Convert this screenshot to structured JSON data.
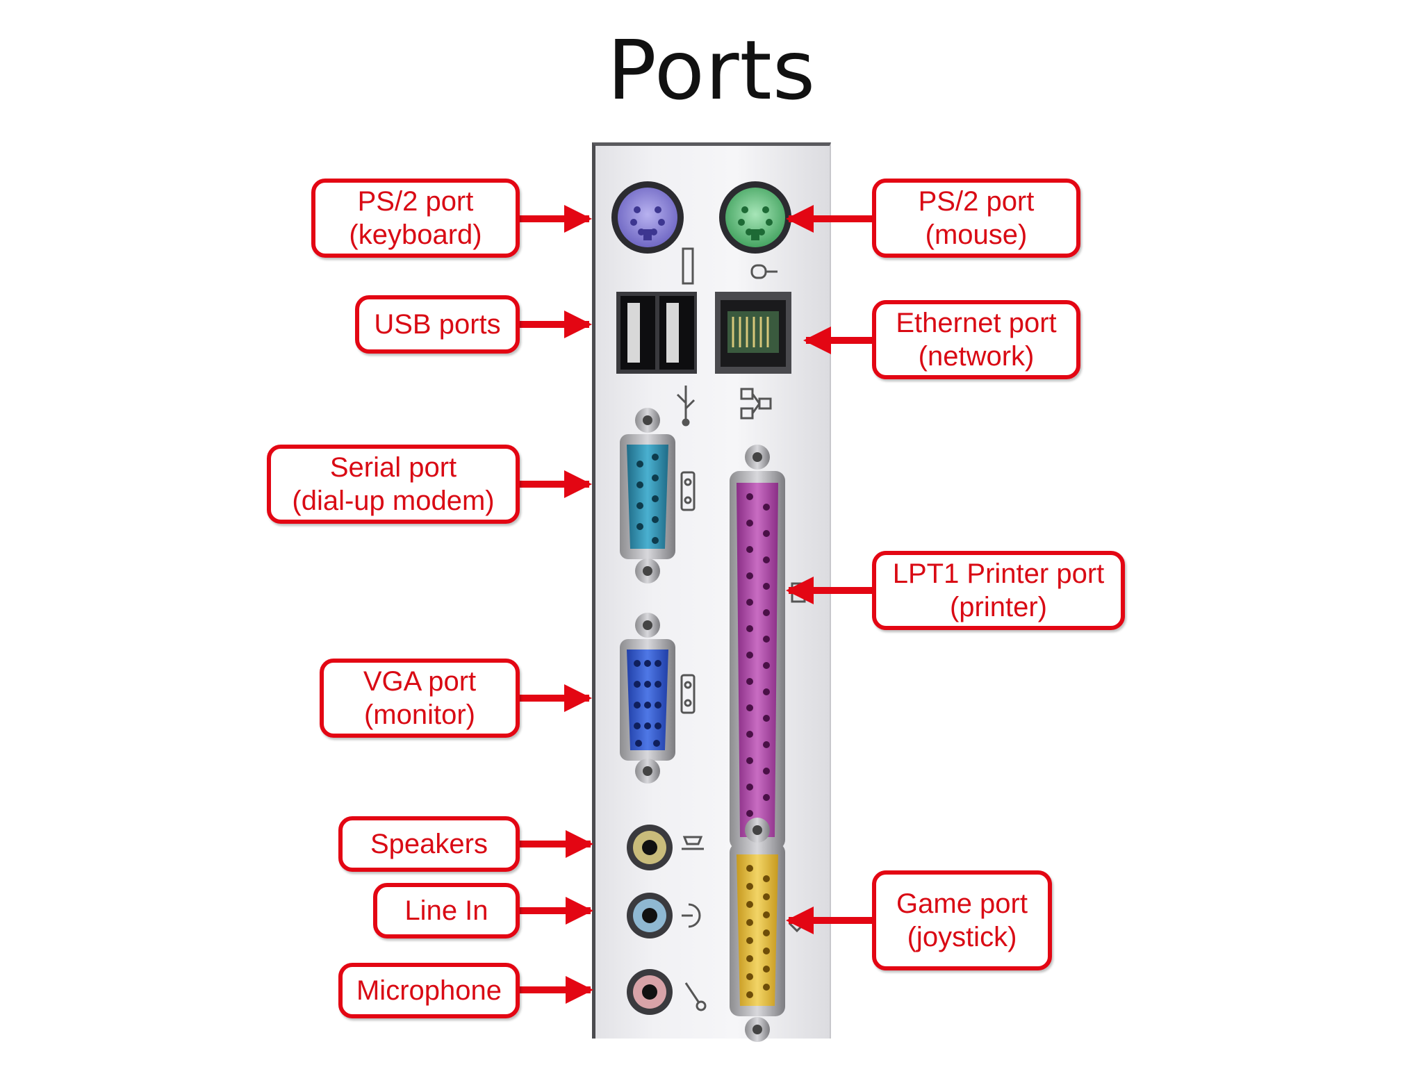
{
  "title": "Ports",
  "colors": {
    "label_border": "#e30613",
    "label_text": "#d90a14",
    "arrow": "#e30613",
    "panel": "#f1f1f4",
    "ps2_keyboard": "#7b74c9",
    "ps2_mouse": "#4fb46d",
    "serial": "#2f8fb0",
    "vga": "#2f55c8",
    "parallel": "#b04aa8",
    "game": "#e7c13a"
  },
  "labels": {
    "ps2_keyboard": {
      "line1": "PS/2 port",
      "line2": "(keyboard)"
    },
    "ps2_mouse": {
      "line1": "PS/2 port",
      "line2": "(mouse)"
    },
    "usb": {
      "line1": "USB ports"
    },
    "ethernet": {
      "line1": "Ethernet port",
      "line2": "(network)"
    },
    "serial": {
      "line1": "Serial port",
      "line2": "(dial-up modem)"
    },
    "lpt1": {
      "line1": "LPT1 Printer port",
      "line2": "(printer)"
    },
    "vga": {
      "line1": "VGA port",
      "line2": "(monitor)"
    },
    "speakers": {
      "line1": "Speakers"
    },
    "line_in": {
      "line1": "Line In"
    },
    "microphone": {
      "line1": "Microphone"
    },
    "game": {
      "line1": "Game port",
      "line2": "(joystick)"
    }
  }
}
